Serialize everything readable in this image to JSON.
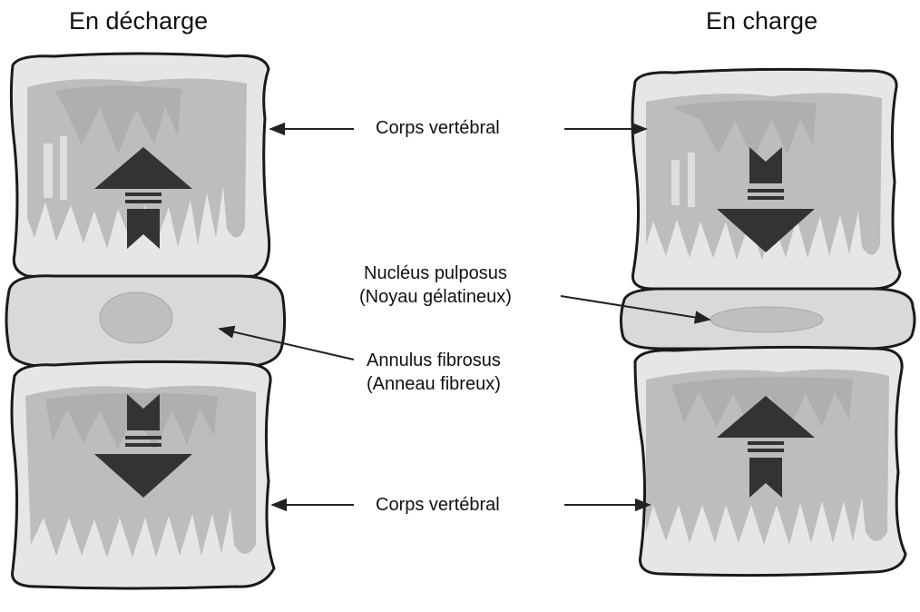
{
  "titles": {
    "left": "En décharge",
    "right": "En charge"
  },
  "labels": {
    "top_body": "Corps vertébral",
    "nucleus_line1": "Nucléus pulposus",
    "nucleus_line2": "(Noyau gélatineux)",
    "annulus_line1": "Annulus fibrosus",
    "annulus_line2": "(Anneau fibreux)",
    "bottom_body": "Corps vertébral"
  },
  "colors": {
    "bone_light": "#e6e6e6",
    "bone_mid": "#bdbdbd",
    "bone_dark": "#a9a9a9",
    "disc": "#d9d9d9",
    "nucleus": "#bfbfbf",
    "arrow": "#333333",
    "outline": "#1a1a1a"
  }
}
